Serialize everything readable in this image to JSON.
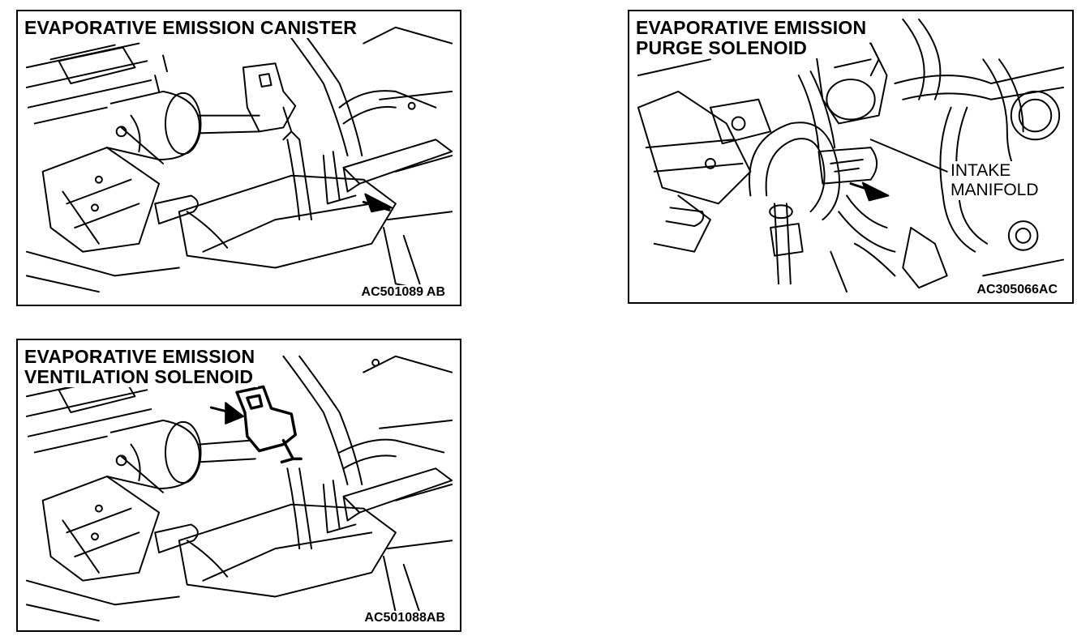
{
  "panels": [
    {
      "title_lines": [
        "EVAPORATIVE EMISSION CANISTER"
      ],
      "code": "AC501089 AB"
    },
    {
      "title_lines": [
        "EVAPORATIVE EMISSION",
        "PURGE SOLENOID"
      ],
      "code": "AC305066AC",
      "callout_lines": [
        "INTAKE",
        "MANIFOLD"
      ]
    },
    {
      "title_lines": [
        "EVAPORATIVE EMISSION",
        "VENTILATION SOLENOID"
      ],
      "code": "AC501088AB"
    }
  ]
}
